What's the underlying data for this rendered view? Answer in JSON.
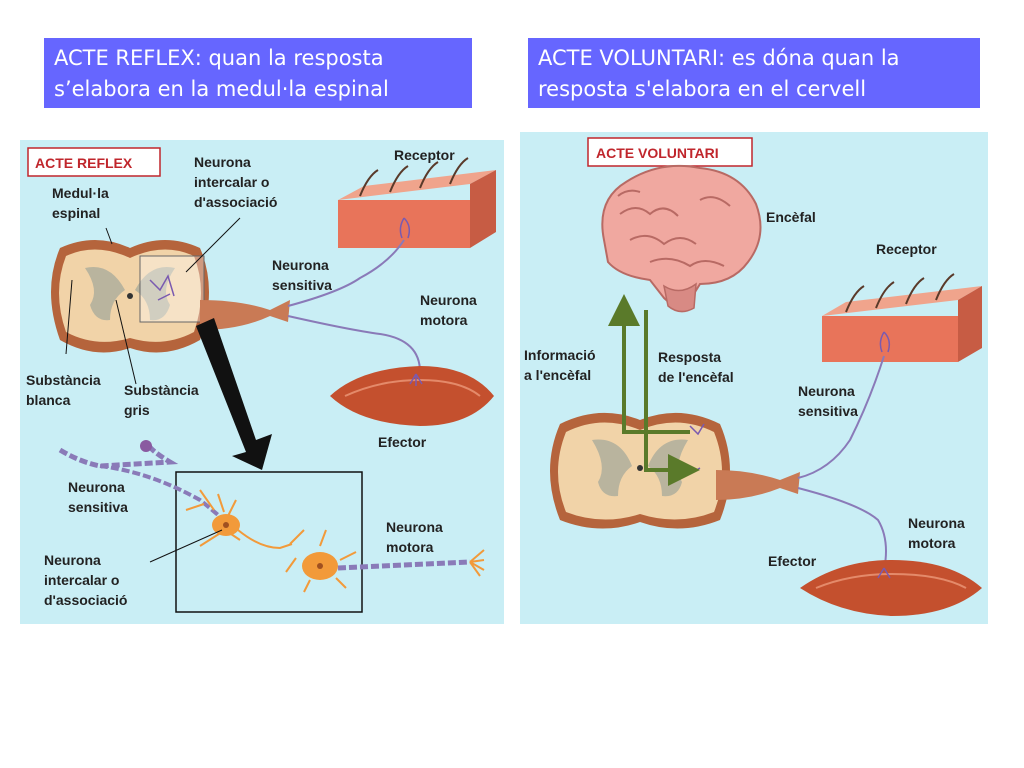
{
  "captions": {
    "reflex": [
      "ACTE REFLEX: quan la resposta",
      "s’elabora en la medul·la espinal"
    ],
    "voluntari": [
      "ACTE VOLUNTARI: es dóna quan la",
      "resposta s'elabora en el cervell"
    ]
  },
  "reflex": {
    "tag": "ACTE REFLEX",
    "medulla": [
      "Medul·la",
      "espinal"
    ],
    "intercalar_top": [
      "Neurona",
      "intercalar o",
      "d'associació"
    ],
    "receptor": "Receptor",
    "sensitiva_top": [
      "Neurona",
      "sensitiva"
    ],
    "motora_top": [
      "Neurona",
      "motora"
    ],
    "blanca": [
      "Substància",
      "blanca"
    ],
    "gris": [
      "Substància",
      "gris"
    ],
    "efector": "Efector",
    "sensitiva_bottom": [
      "Neurona",
      "sensitiva"
    ],
    "intercalar_bottom": [
      "Neurona",
      "intercalar o",
      "d'associació"
    ],
    "motora_bottom": [
      "Neurona",
      "motora"
    ]
  },
  "voluntari": {
    "tag": "ACTE VOLUNTARI",
    "encefal": "Encèfal",
    "receptor": "Receptor",
    "informacio": [
      "Informació",
      "a l'encèfal"
    ],
    "resposta": [
      "Resposta",
      "de l'encèfal"
    ],
    "sensitiva": [
      "Neurona",
      "sensitiva"
    ],
    "motora": [
      "Neurona",
      "motora"
    ],
    "efector": "Efector"
  },
  "colors": {
    "caption_bg": "#6666ff",
    "panel_bg": "#c9eef5",
    "skin": "#e8745a",
    "muscle": "#c4502e",
    "neuron": "#f29a3a",
    "axon": "#8a7ab8",
    "arrow_green": "#5a7a2a"
  }
}
